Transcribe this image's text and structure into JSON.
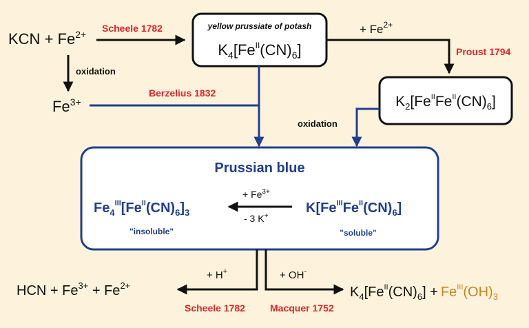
{
  "colors": {
    "background": "#fdf3dc",
    "blue": "#1f3f8f",
    "red": "#e0262b",
    "orange": "#c8841f",
    "black": "#111111"
  },
  "reactants": {
    "kcn": "KCN",
    "plus": "+",
    "fe": "Fe",
    "fe_charge2": "2+",
    "fe3_label": "Fe",
    "fe3_charge": "3+"
  },
  "labels": {
    "scheele_top": "Scheele 1782",
    "oxidation_left": "oxidation",
    "berzelius": "Berzelius 1832",
    "plus_fe2": "+ Fe",
    "plus_fe2_charge": "2+",
    "proust": "Proust 1794",
    "oxidation_right": "oxidation",
    "plus_h": "+ H",
    "plus_h_charge": "+",
    "plus_oh": "+ OH",
    "plus_oh_charge": "-",
    "scheele_bottom": "Scheele 1782",
    "macquer": "Macquer 1752"
  },
  "potash_box": {
    "caption": "yellow prussiate of potash",
    "k": "K",
    "k_sub": "4",
    "bracket_open": "[Fe",
    "ox": "II",
    "cn": "(CN)",
    "cn_sub": "6",
    "bracket_close": "]"
  },
  "k2_box": {
    "k": "K",
    "k_sub": "2",
    "fe1": "[Fe",
    "ox1": "II",
    "fe2": "Fe",
    "ox2": "II",
    "cn": "(CN)",
    "cn_sub": "6",
    "close": "]"
  },
  "prussian_box": {
    "title": "Prussian blue",
    "insoluble": {
      "fe": "Fe",
      "fe_sub": "4",
      "ox": "III",
      "b1": "[Fe",
      "ox2": "II",
      "cn": "(CN)",
      "cn_sub": "6",
      "b2": "]",
      "b2_sub": "3",
      "note": "\"insoluble\""
    },
    "soluble": {
      "k": "K[Fe",
      "ox1": "III",
      "fe": "Fe",
      "ox2": "II",
      "cn": "(CN)",
      "cn_sub": "6",
      "close": "]",
      "note": "\"soluble\""
    },
    "arrow_top": "+ Fe",
    "arrow_top_charge": "3+",
    "arrow_bottom": "- 3 K",
    "arrow_bottom_charge": "+"
  },
  "products_left": {
    "hcn": "HCN + Fe",
    "c1": "3+",
    "mid": " + Fe",
    "c2": "2+"
  },
  "products_right": {
    "k": "K",
    "k_sub": "4",
    "fe": "[Fe",
    "ox": "II",
    "cn": "(CN)",
    "cn_sub": "6",
    "close": "]",
    "plus": " +",
    "feoh": "Fe",
    "feoh_ox": "III",
    "oh": "(OH)",
    "oh_sub": "3"
  }
}
